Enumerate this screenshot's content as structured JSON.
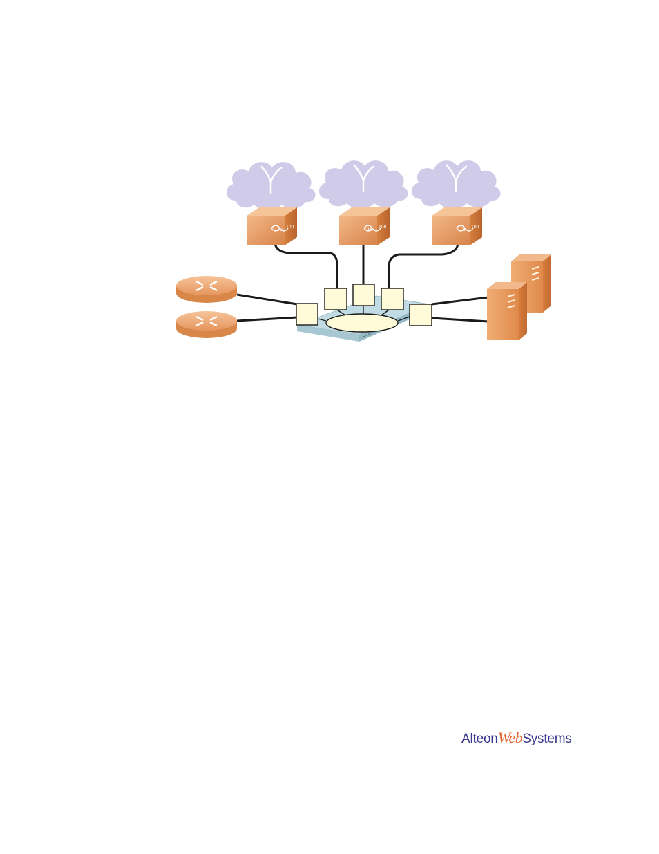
{
  "diagram": {
    "nodes": [
      {
        "id": "cloud-1",
        "kind": "cloud"
      },
      {
        "id": "cloud-2",
        "kind": "cloud"
      },
      {
        "id": "cloud-3",
        "kind": "cloud"
      },
      {
        "id": "cache-box-1",
        "kind": "cache-appliance"
      },
      {
        "id": "cache-box-2",
        "kind": "cache-appliance"
      },
      {
        "id": "cache-box-3",
        "kind": "cache-appliance"
      },
      {
        "id": "router-1",
        "kind": "router"
      },
      {
        "id": "router-2",
        "kind": "router"
      },
      {
        "id": "switch",
        "kind": "switch"
      },
      {
        "id": "server-1",
        "kind": "server"
      },
      {
        "id": "server-2",
        "kind": "server"
      },
      {
        "id": "port-left",
        "kind": "port-box"
      },
      {
        "id": "port-top-1",
        "kind": "port-box"
      },
      {
        "id": "port-top-2",
        "kind": "port-box"
      },
      {
        "id": "port-top-3",
        "kind": "port-box"
      },
      {
        "id": "port-right",
        "kind": "port-box"
      }
    ],
    "colors": {
      "cloud": "#cfcbe8",
      "device_orange": "#e89a5f",
      "switch_blue": "#b8d6df",
      "port_fill": "#fffbd8",
      "ellipse_fill": "#fffbd8"
    }
  },
  "logo": {
    "part1": "Alteon",
    "part2": "Web",
    "part3": "Systems"
  }
}
